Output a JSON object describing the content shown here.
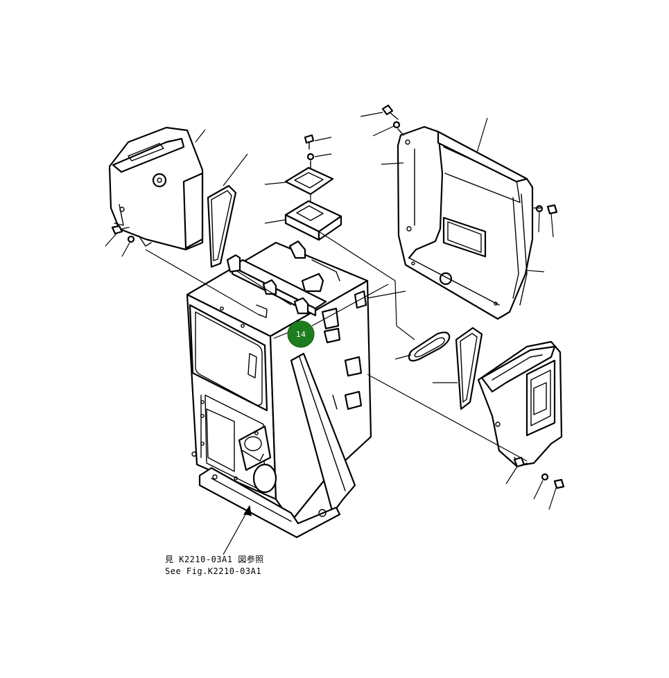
{
  "callout": {
    "number": "14",
    "color": "#1e7d1e"
  },
  "reference": {
    "line_cn": "見 K2210-03A1 図参照",
    "line_en": "See Fig.K2210-03A1"
  }
}
